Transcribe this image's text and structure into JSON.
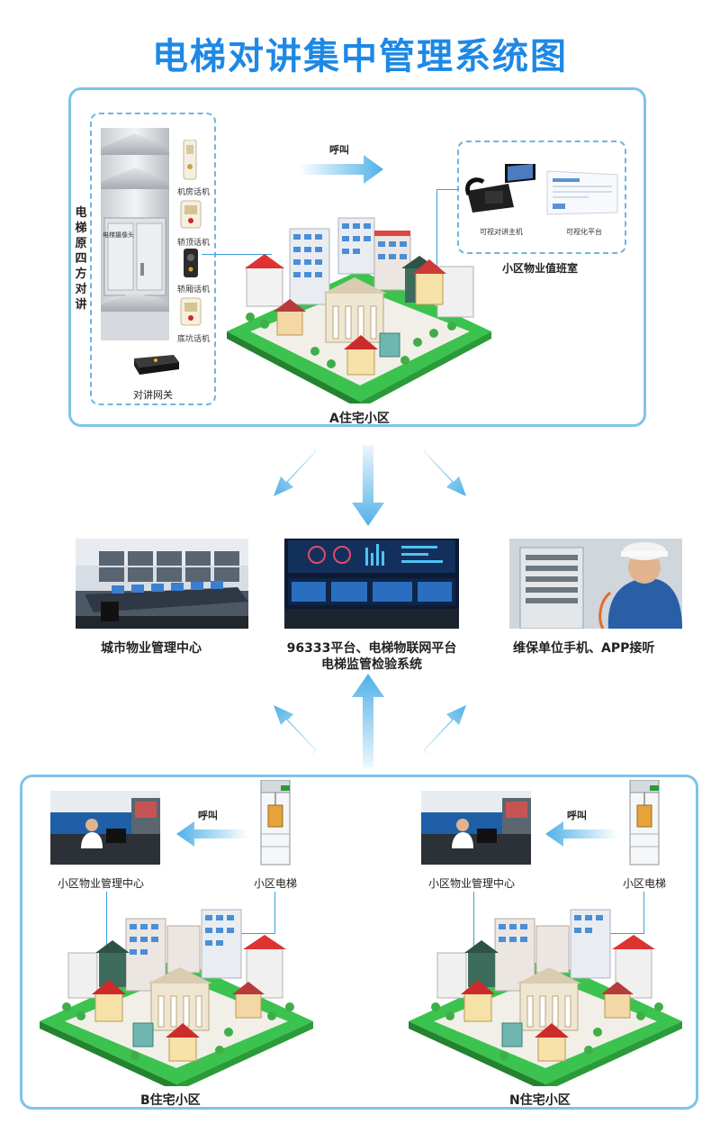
{
  "title": "电梯对讲集中管理系统图",
  "panel_a": {
    "elevator_group_label": "电梯原四方对讲",
    "devices": [
      "机房话机",
      "轿顶话机",
      "轿厢话机",
      "底坑话机"
    ],
    "camera_label": "电梯摄像头",
    "gateway_label": "对讲网关",
    "call_label": "呼叫",
    "duty_room_label": "小区物业值班室",
    "phone_label": "可视对讲主机",
    "platform_label": "可视化平台",
    "community_label": "A住宅小区"
  },
  "centers": {
    "city_center": "城市物业管理中心",
    "platform_line1": "96333平台、电梯物联网平台",
    "platform_line2": "电梯监管检验系统",
    "maintenance": "维保单位手机、APP接听"
  },
  "panel_bottom": {
    "b": {
      "call": "呼叫",
      "center": "小区物业管理中心",
      "elevator": "小区电梯",
      "community": "B住宅小区"
    },
    "n": {
      "call": "呼叫",
      "center": "小区物业管理中心",
      "elevator": "小区电梯",
      "community": "N住宅小区"
    }
  },
  "colors": {
    "title": "#1e88e5",
    "panel_border": "#7ec3ea",
    "arrow": "#4fb1e8",
    "grass": "#3cc24e"
  }
}
